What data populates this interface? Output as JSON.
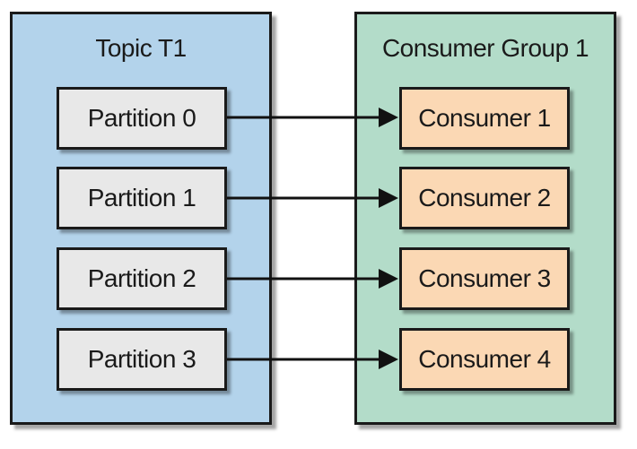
{
  "topic": {
    "title": "Topic T1",
    "partitions": [
      "Partition 0",
      "Partition 1",
      "Partition 2",
      "Partition 3"
    ]
  },
  "consumer_group": {
    "title": "Consumer Group 1",
    "consumers": [
      "Consumer 1",
      "Consumer 2",
      "Consumer 3",
      "Consumer 4"
    ]
  },
  "colors": {
    "topic_fill": "#b3d3eb",
    "consumer_group_fill": "#b3dcc9",
    "partition_fill": "#e8e8e8",
    "consumer_fill": "#fbd8b4",
    "stroke": "#1a1a1a"
  },
  "connections": [
    {
      "from": "Partition 0",
      "to": "Consumer 1"
    },
    {
      "from": "Partition 1",
      "to": "Consumer 2"
    },
    {
      "from": "Partition 2",
      "to": "Consumer 3"
    },
    {
      "from": "Partition 3",
      "to": "Consumer 4"
    }
  ]
}
